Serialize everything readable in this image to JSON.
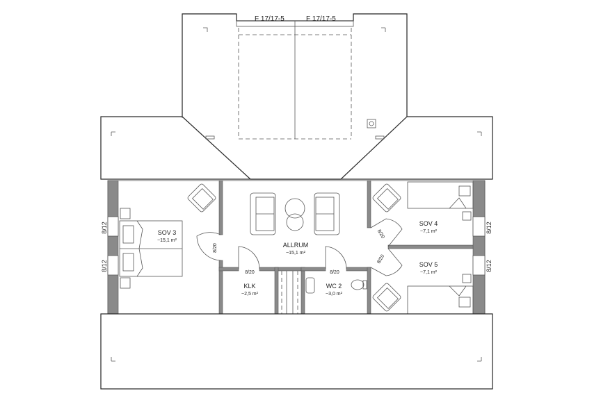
{
  "dormer_windows": [
    {
      "label": "F 17/17-5"
    },
    {
      "label": "F 17/17-5"
    }
  ],
  "rooms": {
    "sov3": {
      "name": "SOV 3",
      "area": "~15,1 m²"
    },
    "allrum": {
      "name": "ALLRUM",
      "area": "~15,1 m²"
    },
    "sov4": {
      "name": "SOV 4",
      "area": "~7,1 m²"
    },
    "sov5": {
      "name": "SOV 5",
      "area": "~7,1 m²"
    },
    "klk": {
      "name": "KLK",
      "area": "~2,5 m²"
    },
    "wc2": {
      "name": "WC 2",
      "area": "~3,0 m²"
    }
  },
  "doors": {
    "sov3": "8/20",
    "klk": "8/20",
    "wc2": "8/20",
    "sov4": "8/20",
    "sov5": "8/20"
  },
  "windows": {
    "left_top": "8/12",
    "left_bottom": "8/12",
    "right_top": "8/12",
    "right_bottom": "8/12"
  }
}
